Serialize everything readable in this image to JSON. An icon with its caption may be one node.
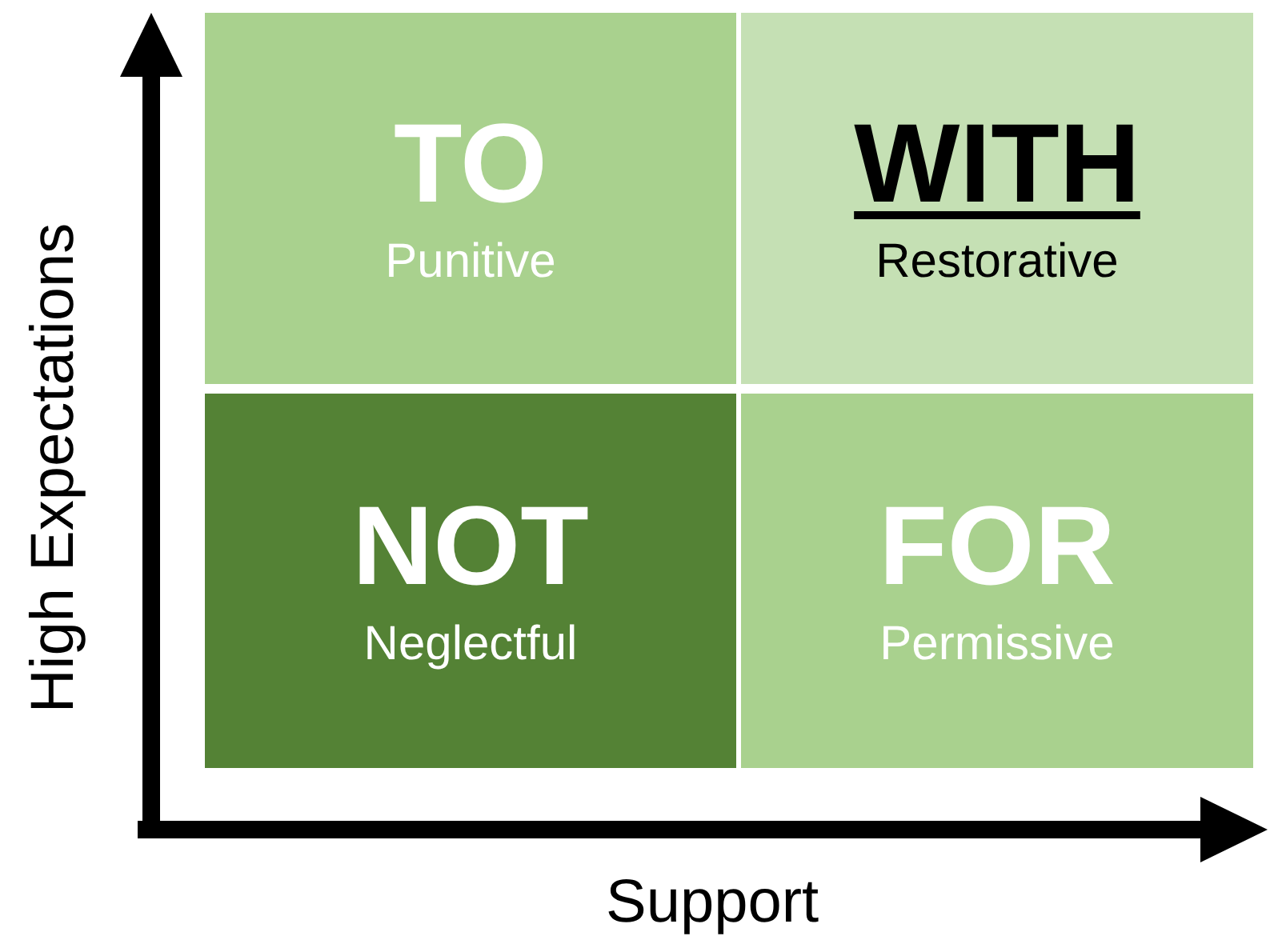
{
  "diagram": {
    "nodes": [
      {
        "text": [
          "TO",
          "Punitive"
        ]
      },
      {
        "text": [
          "WITH",
          "Restorative"
        ]
      },
      {
        "text": [
          "NOT",
          "Neglectful"
        ]
      },
      {
        "text": [
          "FOR",
          "Permissive"
        ]
      }
    ],
    "labels": [
      "High Expectations",
      "Support"
    ]
  }
}
